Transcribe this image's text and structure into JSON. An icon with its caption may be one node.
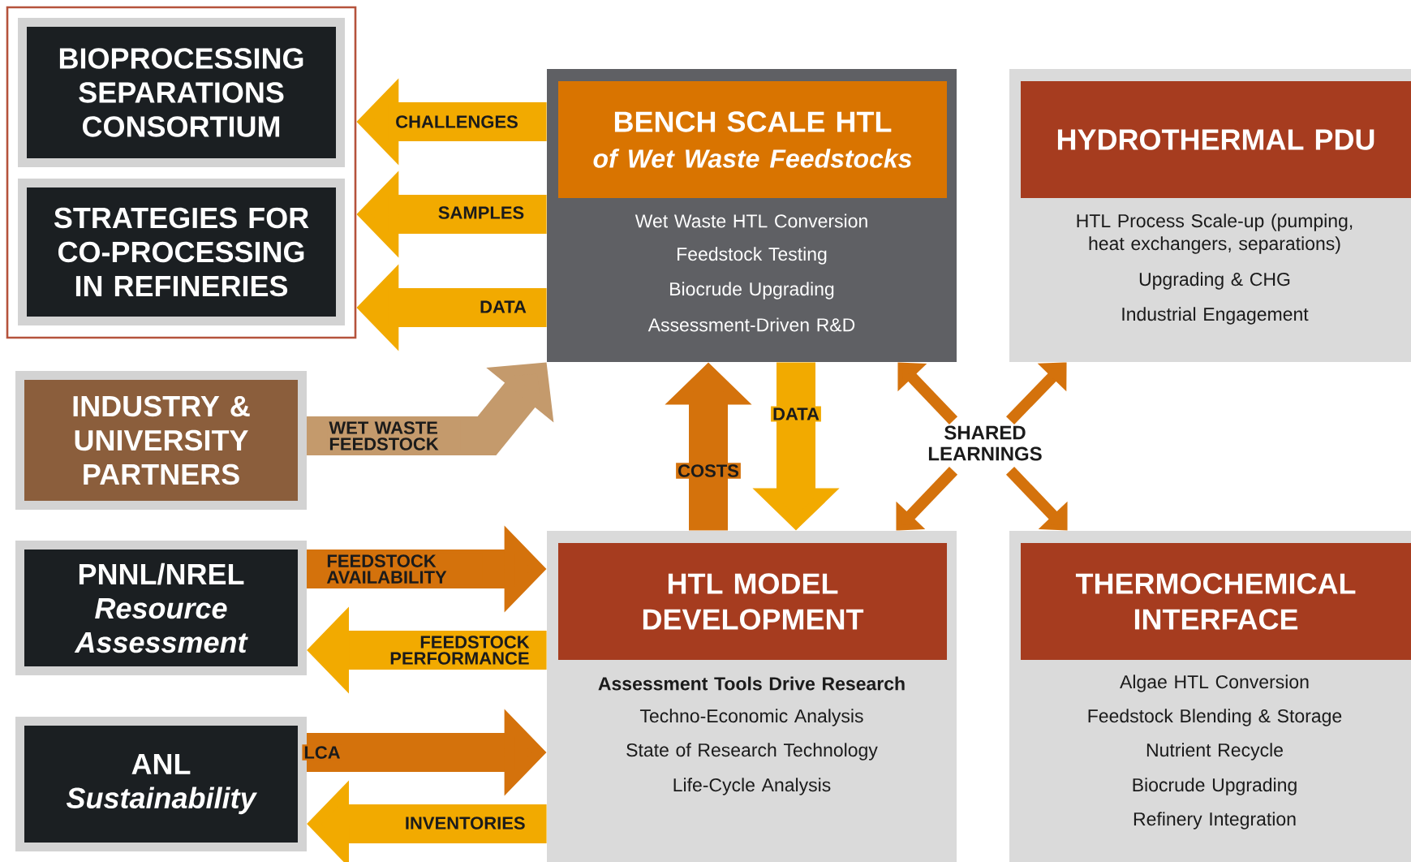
{
  "diagram": {
    "nodes": [
      {
        "text": [],
        "shape": "box"
      },
      {
        "text": [
          "BIOPROCESSING SEPARATIONS CONSORTIUM"
        ],
        "in": 0
      },
      {
        "text": [
          "STRATEGIES FOR CO-PROCESSING IN REFINERIES"
        ],
        "in": 0
      },
      {
        "text": [
          "BENCH SCALE HTL",
          "of Wet Waste Feedstocks",
          "Wet Waste HTL Conversion",
          "Feedstock Testing",
          "Biocrude Upgrading",
          "Assessment-Driven R&D"
        ]
      },
      {
        "text": [
          "HYDROTHERMAL PDU",
          "HTL Process Scale-up (pumping, heat exchangers, separations)",
          "Upgrading & CHG",
          "Industrial Engagement"
        ]
      },
      {
        "text": [
          "INDUSTRY & UNIVERSITY PARTNERS"
        ]
      },
      {
        "text": [
          "SHARED LEARNINGS"
        ]
      },
      {
        "text": [
          "HTL MODEL DEVELOPMENT",
          "Assessment Tools Drive Research",
          "Techno-Economic Analysis",
          "State of Research Technology",
          "Life-Cycle Analysis"
        ]
      },
      {
        "text": [
          "THERMOCHEMICAL INTERFACE",
          "Algae HTL Conversion",
          "Feedstock Blending & Storage",
          "Nutrient Recycle",
          "Biocrude Upgrading",
          "Refinery Integration"
        ]
      },
      {
        "text": [
          "PNNL/NREL",
          "Resource Assessment"
        ]
      },
      {
        "text": [
          "ANL",
          "Sustainability"
        ]
      }
    ],
    "edges": [
      {
        "from": 3,
        "to": 0,
        "arrow": "to",
        "label": "CHALLENGES",
        "color": "#f2aa00"
      },
      {
        "from": 3,
        "to": 0,
        "arrow": "to",
        "label": "SAMPLES",
        "color": "#f2aa00"
      },
      {
        "from": 3,
        "to": 0,
        "arrow": "to",
        "label": "DATA",
        "color": "#f2aa00"
      },
      {
        "from": 5,
        "to": 3,
        "arrow": "to",
        "label": "WET WASTE FEEDSTOCK",
        "color": "#c49a6c"
      },
      {
        "from": 7,
        "to": 3,
        "arrow": "to",
        "label": "COSTS",
        "color": "#d4720c"
      },
      {
        "from": 3,
        "to": 7,
        "arrow": "to",
        "label": "DATA",
        "color": "#f2aa00"
      },
      {
        "from": 6,
        "to": 3,
        "arrow": "to",
        "color": "#d4720c"
      },
      {
        "from": 6,
        "to": 4,
        "arrow": "to",
        "color": "#d4720c"
      },
      {
        "from": 6,
        "to": 7,
        "arrow": "to",
        "color": "#d4720c"
      },
      {
        "from": 6,
        "to": 8,
        "arrow": "to",
        "color": "#d4720c"
      },
      {
        "from": 9,
        "to": 7,
        "arrow": "to",
        "label": "FEEDSTOCK AVAILABILITY",
        "color": "#d4720c"
      },
      {
        "from": 7,
        "to": 9,
        "arrow": "to",
        "label": "FEEDSTOCK PERFORMANCE",
        "color": "#f2aa00"
      },
      {
        "from": 10,
        "to": 7,
        "arrow": "to",
        "label": "LCA",
        "color": "#d4720c"
      },
      {
        "from": 7,
        "to": 10,
        "arrow": "to",
        "label": "INVENTORIES",
        "color": "#f2aa00"
      }
    ]
  }
}
